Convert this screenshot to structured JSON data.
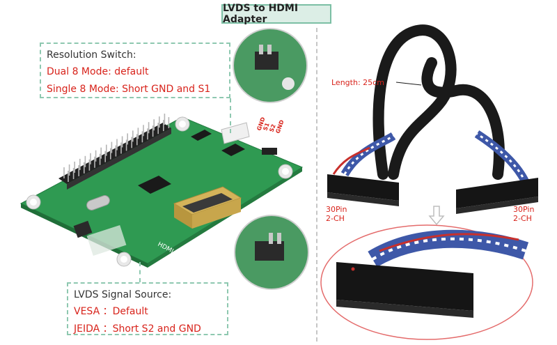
{
  "title": "LVDS to HDMI Adapter",
  "resolution_note": {
    "heading": "Resolution Switch:",
    "line1": "Dual 8 Mode: default",
    "line2": "Single 8 Mode: Short GND and S1"
  },
  "signal_note": {
    "heading": "LVDS Signal Source:",
    "line1": "VESA ：Default",
    "line2": "JEIDA ：Short S2 and GND"
  },
  "pin_labels": [
    "GND",
    "S1",
    "S2",
    "GND"
  ],
  "board_label": "HDMI-OUT",
  "cable": {
    "length": "Length: 25cm",
    "left_connector": [
      "30Pin",
      "2-CH"
    ],
    "right_connector": [
      "30Pin",
      "2-CH"
    ]
  },
  "colors": {
    "pcb": "#2f9a52",
    "accent_red": "#d8231b",
    "frame": "#7bbfa4"
  }
}
